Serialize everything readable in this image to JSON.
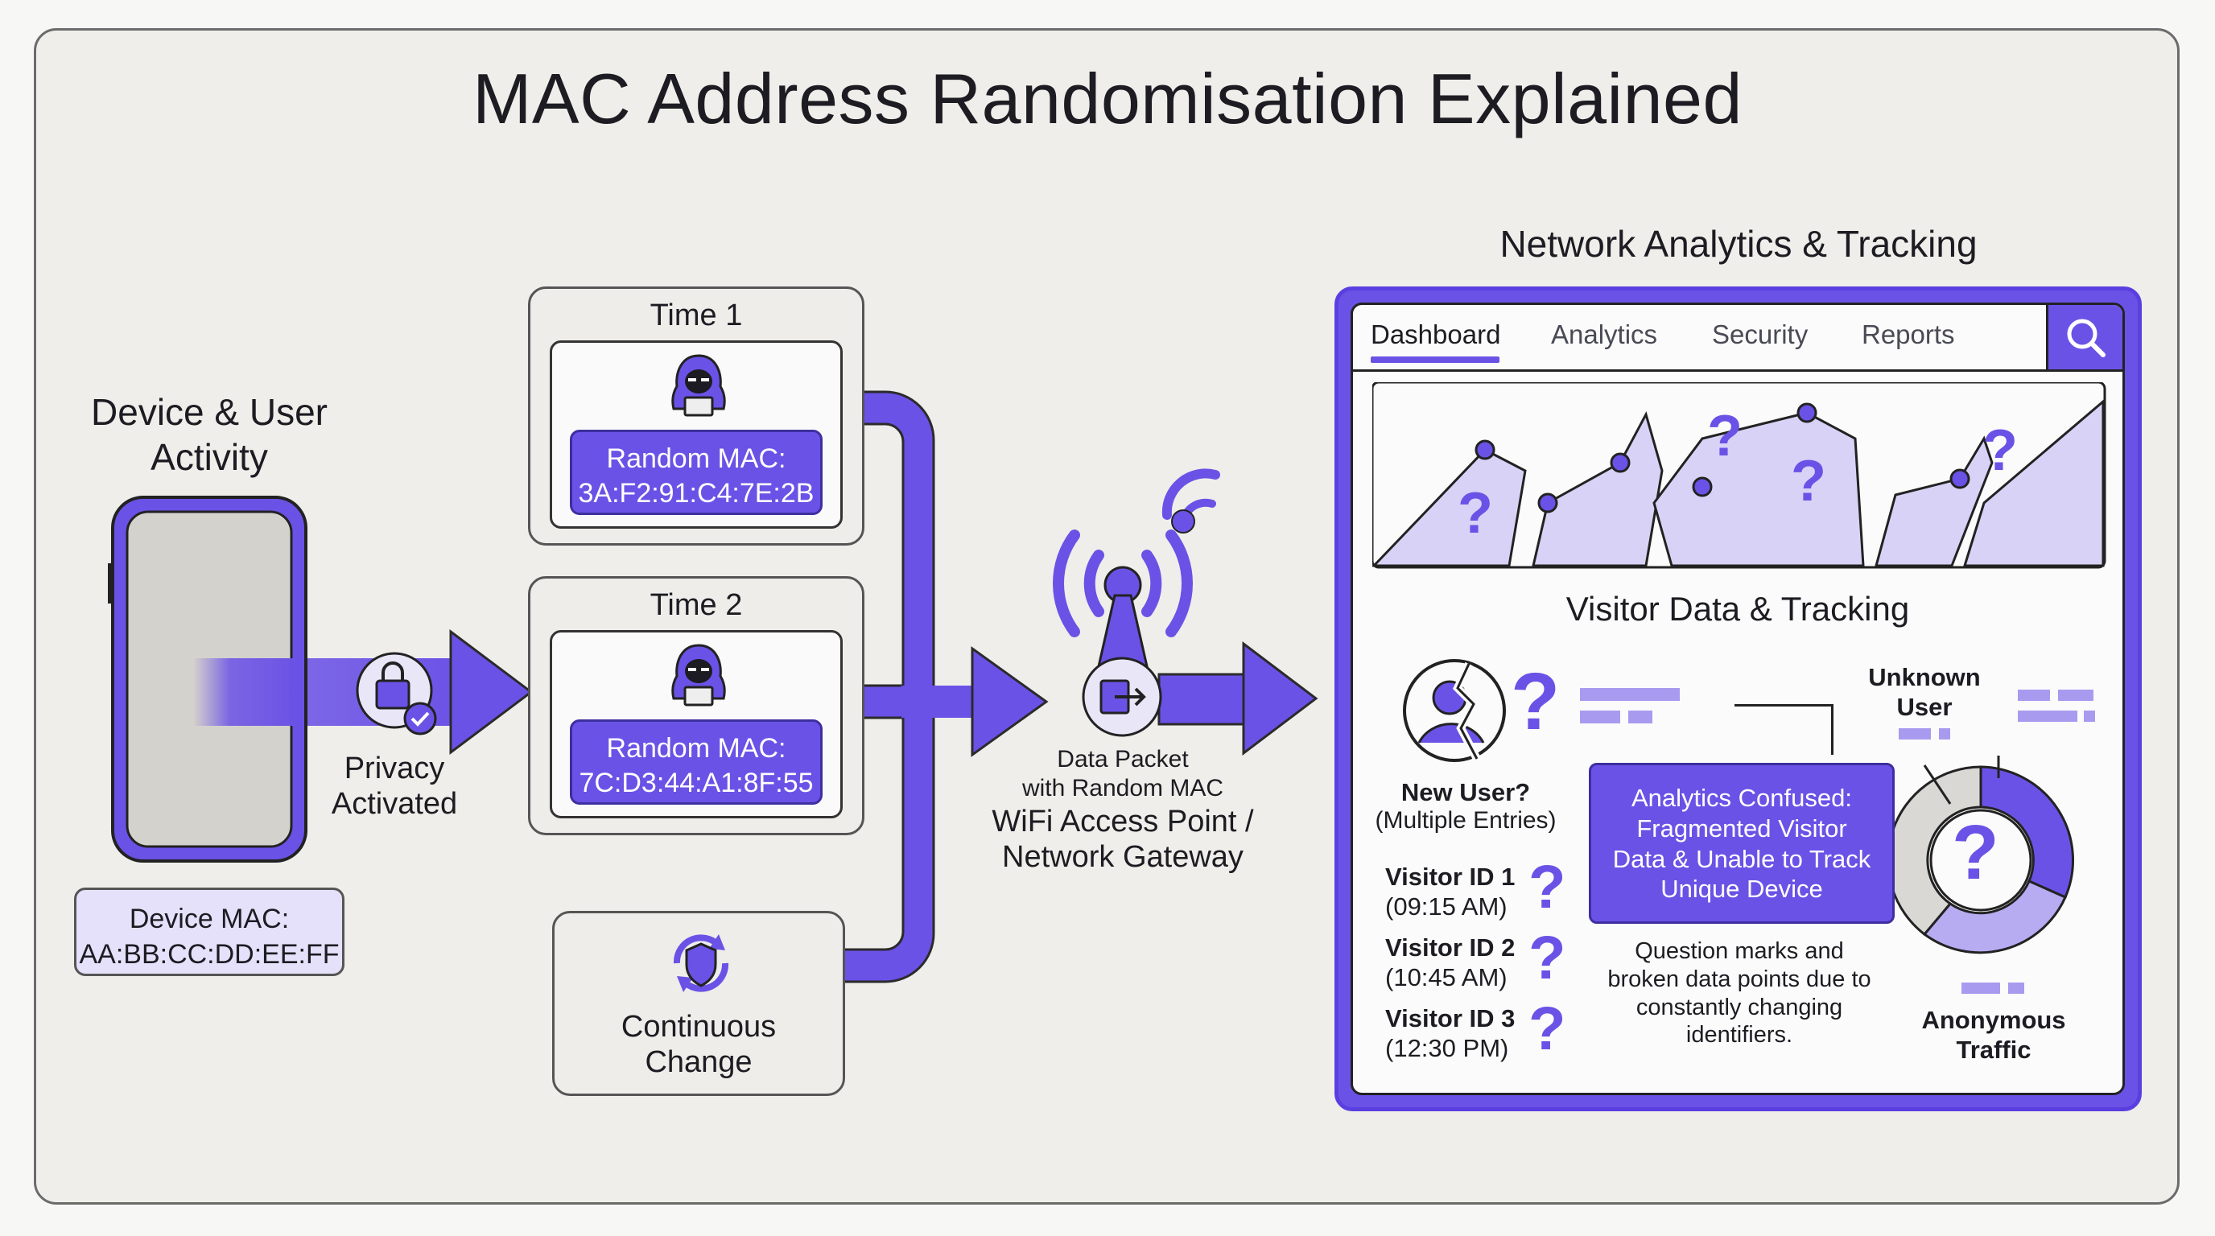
{
  "title": "MAC Address Randomisation Explained",
  "device": {
    "heading_line1": "Device & User",
    "heading_line2": "Activity",
    "mac_label": "Device MAC:",
    "mac_value": "AA:BB:CC:DD:EE:FF"
  },
  "privacy": {
    "line1": "Privacy",
    "line2": "Activated"
  },
  "time1": {
    "label": "Time 1",
    "mac_label": "Random MAC:",
    "mac_value": "3A:F2:91:C4:7E:2B"
  },
  "time2": {
    "label": "Time 2",
    "mac_label": "Random MAC:",
    "mac_value": "7C:D3:44:A1:8F:55"
  },
  "continuous": {
    "line1": "Continuous",
    "line2": "Change"
  },
  "gateway": {
    "packet_line1": "Data Packet",
    "packet_line2": "with Random MAC",
    "name_line1": "WiFi Access Point /",
    "name_line2": "Network Gateway"
  },
  "analytics": {
    "heading": "Network Analytics & Tracking",
    "tabs": [
      "Dashboard",
      "Analytics",
      "Security",
      "Reports"
    ],
    "section_title": "Visitor Data & Tracking",
    "new_user_line1": "New User?",
    "new_user_line2": "(Multiple Entries)",
    "visitors": [
      {
        "id": "Visitor ID 1",
        "time": "(09:15 AM)"
      },
      {
        "id": "Visitor ID 2",
        "time": "(10:45 AM)"
      },
      {
        "id": "Visitor ID 3",
        "time": "(12:30 PM)"
      }
    ],
    "confused_lines": [
      "Analytics Confused:",
      "Fragmented Visitor",
      "Data & Unable to Track",
      "Unique Device"
    ],
    "note_lines": [
      "Question marks and",
      "broken data points due to",
      "constantly changing",
      "identifiers."
    ],
    "unknown_line1": "Unknown",
    "unknown_line2": "User",
    "anon_line1": "Anonymous",
    "anon_line2": "Traffic",
    "question_mark": "?"
  },
  "colors": {
    "accent": "#6b52e6",
    "accent_light": "#d9d2f7",
    "dark": "#1c1c22"
  },
  "icons": [
    "hacker-icon",
    "lock-check-icon",
    "shield-refresh-icon",
    "wifi-antenna-icon",
    "search-icon",
    "broken-user-icon",
    "donut-question-icon"
  ]
}
